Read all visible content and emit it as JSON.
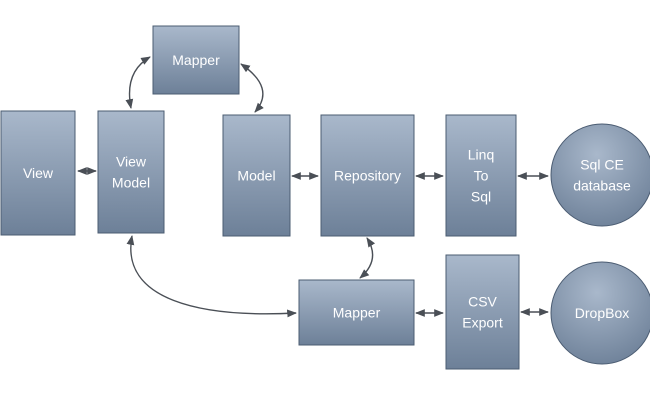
{
  "diagram": {
    "nodes": [
      {
        "id": "view",
        "shape": "rect",
        "lines": [
          "View"
        ]
      },
      {
        "id": "viewmodel",
        "shape": "rect",
        "lines": [
          "View",
          "Model"
        ]
      },
      {
        "id": "mapper_top",
        "shape": "rect",
        "lines": [
          "Mapper"
        ]
      },
      {
        "id": "model",
        "shape": "rect",
        "lines": [
          "Model"
        ]
      },
      {
        "id": "repository",
        "shape": "rect",
        "lines": [
          "Repository"
        ]
      },
      {
        "id": "linq",
        "shape": "rect",
        "lines": [
          "Linq",
          "To",
          "Sql"
        ]
      },
      {
        "id": "sqlce",
        "shape": "circle",
        "lines": [
          "Sql CE",
          "database"
        ]
      },
      {
        "id": "mapper_bottom",
        "shape": "rect",
        "lines": [
          "Mapper"
        ]
      },
      {
        "id": "csv",
        "shape": "rect",
        "lines": [
          "CSV",
          "Export"
        ]
      },
      {
        "id": "dropbox",
        "shape": "circle",
        "lines": [
          "DropBox"
        ]
      }
    ],
    "connections": [
      {
        "from": "view",
        "to": "viewmodel",
        "arrows": "both"
      },
      {
        "from": "viewmodel",
        "to": "mapper_top",
        "arrows": "both"
      },
      {
        "from": "mapper_top",
        "to": "model",
        "arrows": "both"
      },
      {
        "from": "model",
        "to": "repository",
        "arrows": "both"
      },
      {
        "from": "repository",
        "to": "linq",
        "arrows": "both"
      },
      {
        "from": "linq",
        "to": "sqlce",
        "arrows": "both"
      },
      {
        "from": "repository",
        "to": "mapper_bottom",
        "arrows": "both"
      },
      {
        "from": "viewmodel",
        "to": "mapper_bottom",
        "arrows": "both"
      },
      {
        "from": "mapper_bottom",
        "to": "csv",
        "arrows": "both"
      },
      {
        "from": "csv",
        "to": "dropbox",
        "arrows": "both"
      }
    ],
    "colors": {
      "node_fill_top": "#a9b8cb",
      "node_fill_bottom": "#6d8098",
      "node_stroke": "#4b5c72",
      "label": "#ffffff",
      "connector": "#4a4f56"
    }
  }
}
